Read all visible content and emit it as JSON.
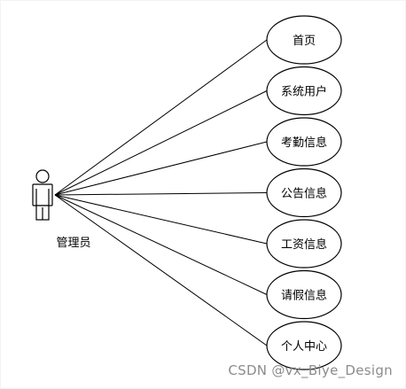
{
  "actor": {
    "label": "管理员"
  },
  "use_cases": [
    {
      "label": "首页"
    },
    {
      "label": "系统用户"
    },
    {
      "label": "考勤信息"
    },
    {
      "label": "公告信息"
    },
    {
      "label": "工资信息"
    },
    {
      "label": "请假信息"
    },
    {
      "label": "个人中心"
    }
  ],
  "watermark": "CSDN @vx_Biye_Design",
  "colors": {
    "stroke": "#000000",
    "background": "#ffffff",
    "watermark": "#8c8c8c"
  }
}
